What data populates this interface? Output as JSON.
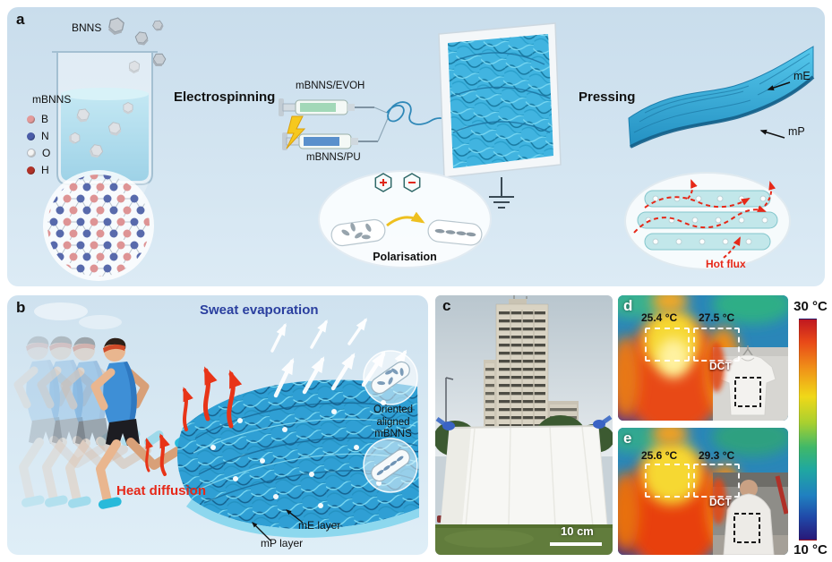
{
  "colors": {
    "panel_bg": "#d2e4f2",
    "fiber_blue": "#35a8d8",
    "accent_red": "#e62818",
    "sweat_label_blue": "#2a3f9f"
  },
  "panel_a": {
    "letter": "a",
    "bnns": "BNNS",
    "mbnns": "mBNNS",
    "legend": {
      "b": "B",
      "n": "N",
      "o": "O",
      "h": "H"
    },
    "electrospinning": "Electrospinning",
    "syringe_top": "mBNNS/EVOH",
    "syringe_bottom": "mBNNS/PU",
    "polarisation": "Polarisation",
    "pressing": "Pressing",
    "me": "mE",
    "mp": "mP",
    "hot_flux": "Hot flux"
  },
  "panel_b": {
    "letter": "b",
    "sweat": "Sweat evaporation",
    "heat": "Heat diffusion",
    "oriented": "Oriented aligned mBNNS",
    "me_layer": "mE layer",
    "mp_layer": "mP layer"
  },
  "panel_c": {
    "letter": "c",
    "scale": "10 cm"
  },
  "panel_d": {
    "letter": "d",
    "temp_left": "25.4 °C",
    "temp_right": "27.5 °C",
    "dct": "DCT"
  },
  "panel_e": {
    "letter": "e",
    "temp_left": "25.6 °C",
    "temp_right": "29.3 °C",
    "dct": "DCT"
  },
  "colorbar": {
    "top": "30 °C",
    "bottom": "10 °C"
  }
}
